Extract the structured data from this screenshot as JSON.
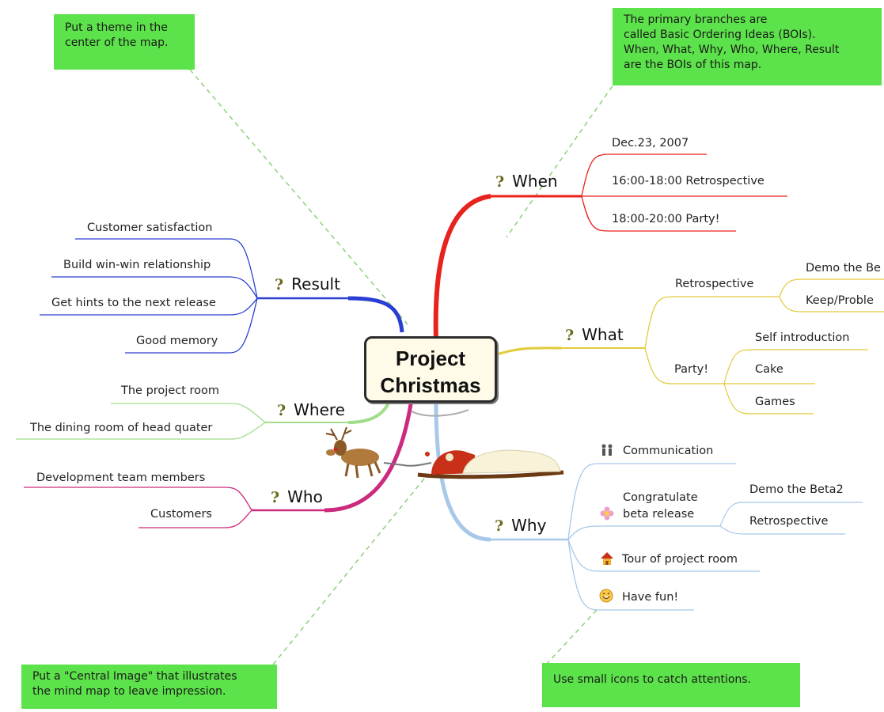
{
  "center": {
    "line1": "Project",
    "line2": "Christmas"
  },
  "notes": {
    "theme": [
      "Put a theme in the",
      "center of the map."
    ],
    "boi": [
      "The primary branches are",
      "called Basic Ordering Ideas (BOIs).",
      "When, What, Why, Who, Where, Result",
      "are the BOIs of this map."
    ],
    "central_image": [
      "Put a \"Central Image\" that illustrates",
      "the mind map to leave impression."
    ],
    "icons": [
      "Use small icons to catch attentions."
    ]
  },
  "branches": {
    "when": {
      "label": "When",
      "color": "#e8221c",
      "items": [
        "Dec.23, 2007",
        "16:00-18:00 Retrospective",
        "18:00-20:00 Party!"
      ]
    },
    "what": {
      "label": "What",
      "color": "#e2cb3c",
      "retro": {
        "label": "Retrospective",
        "items": [
          "Demo the Be",
          "Keep/Proble"
        ]
      },
      "party": {
        "label": "Party!",
        "items": [
          "Self introduction",
          "Cake",
          "Games"
        ]
      }
    },
    "why": {
      "label": "Why",
      "color": "#a8c8ea",
      "items": {
        "communication": "Communication",
        "congratulate": {
          "line1": "Congratulate",
          "line2": "beta release",
          "items": [
            "Demo the Beta2",
            "Retrospective"
          ]
        },
        "tour": "Tour of project room",
        "fun": "Have fun!"
      }
    },
    "who": {
      "label": "Who",
      "color": "#cc2a7e",
      "items": [
        "Development team members",
        "Customers"
      ]
    },
    "where": {
      "label": "Where",
      "color": "#a3dd8c",
      "items": [
        "The project room",
        "The dining room of head quater"
      ]
    },
    "result": {
      "label": "Result",
      "color": "#2a3fd1",
      "items": [
        "Customer satisfaction",
        "Build win-win relationship",
        "Get hints to the next release",
        "Good memory"
      ]
    }
  },
  "boi_marker": "?",
  "icons": {
    "communication": "people-icon",
    "congratulate": "flower-icon",
    "tour": "house-icon",
    "fun": "smiley-icon"
  },
  "colors": {
    "note_bg": "#5ce24a",
    "dashed": "#8fd07a"
  }
}
